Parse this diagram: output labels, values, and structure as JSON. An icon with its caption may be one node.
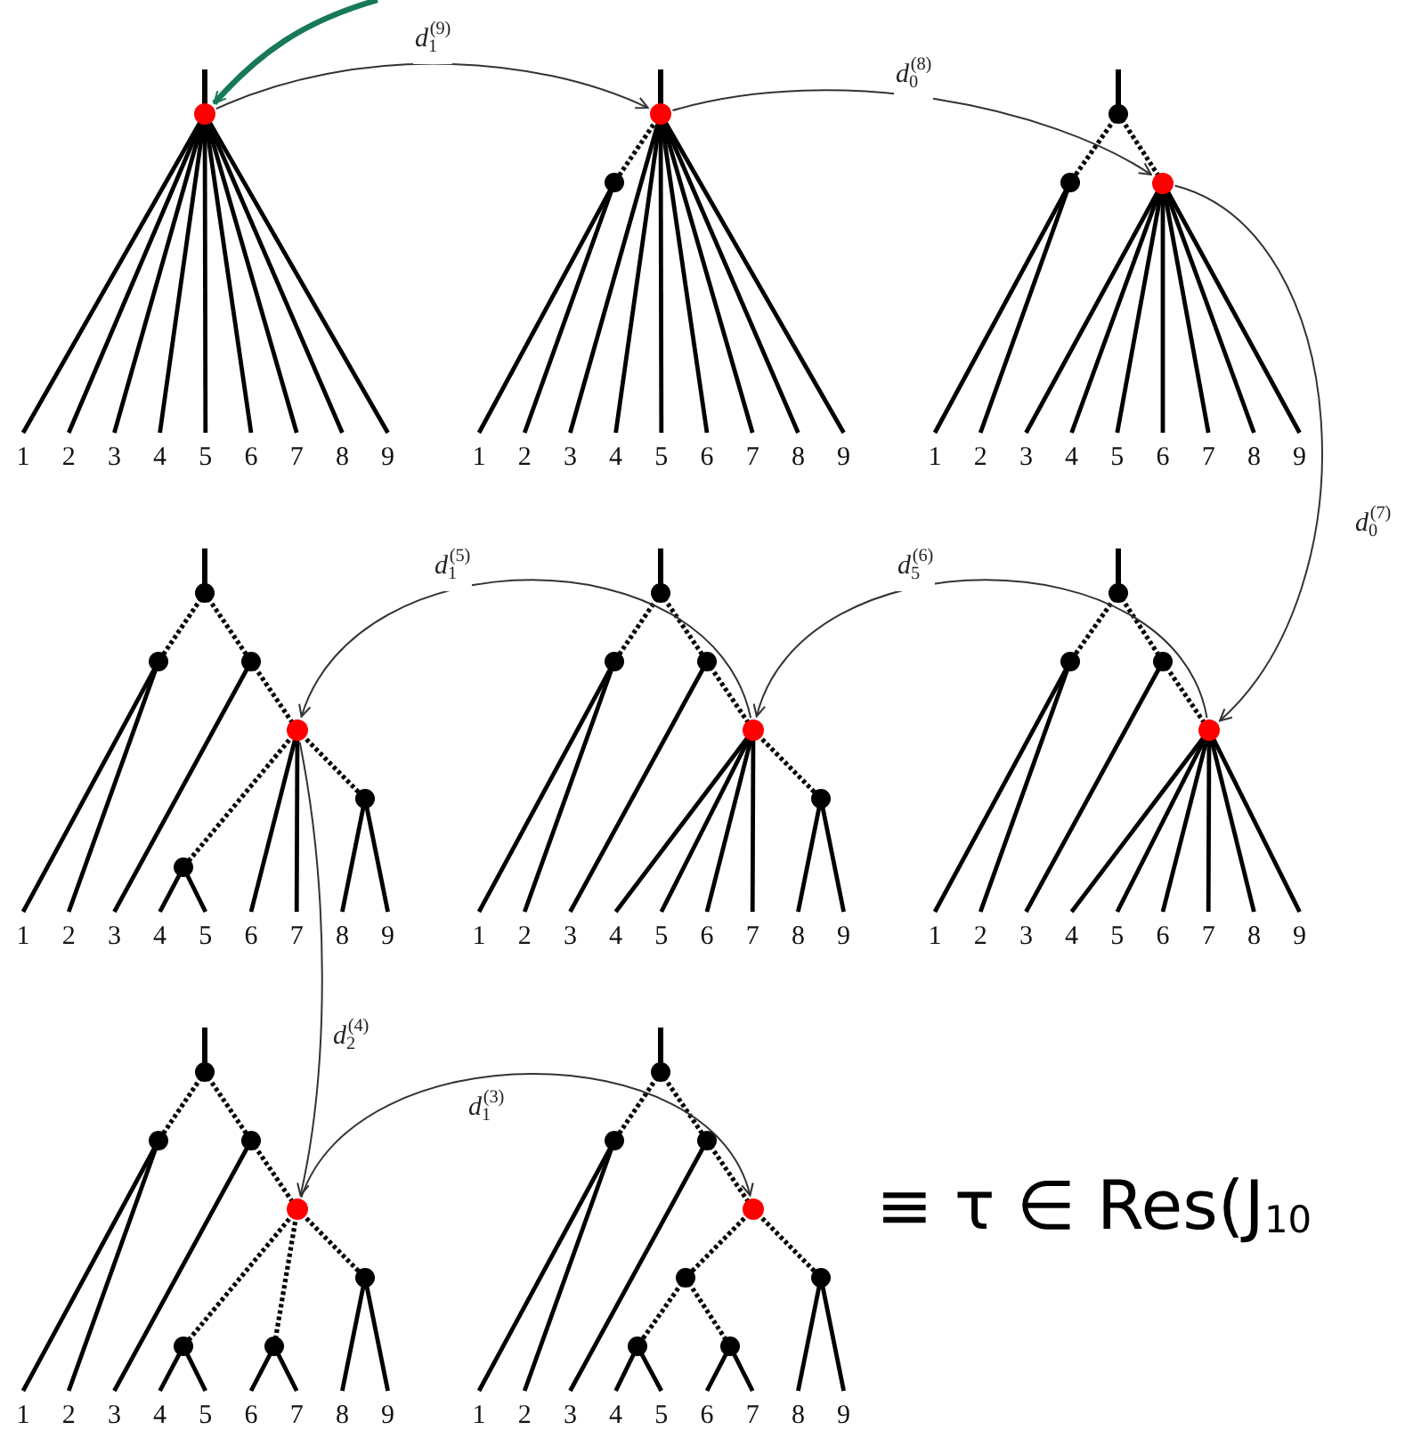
{
  "diagram": {
    "nodes": [
      {
        "text": [],
        "shape": "circle"
      },
      {
        "text": [],
        "shape": "circle"
      },
      {
        "text": [],
        "shape": "circle"
      },
      {
        "text": [],
        "shape": "circle"
      },
      {
        "text": [],
        "shape": "circle"
      },
      {
        "text": [],
        "shape": "circle"
      },
      {
        "text": [],
        "shape": "circle"
      },
      {
        "text": [],
        "shape": "circle"
      }
    ],
    "edges": [
      {
        "from": null,
        "to": 0,
        "arrow": "to",
        "color": "#17785a",
        "style": "thick"
      },
      {
        "from": 0,
        "to": 1,
        "arrow": "to",
        "label": "*d*$_{1}$$^{(9)}$"
      },
      {
        "from": 1,
        "to": 2,
        "arrow": "to",
        "label": "*d*$_{0}$$^{(8)}$"
      },
      {
        "from": 2,
        "to": 5,
        "arrow": "to",
        "label": "*d*$_{0}$$^{(7)}$"
      },
      {
        "from": 5,
        "to": 4,
        "arrow": "to",
        "label": "*d*$_{5}$$^{(6)}$"
      },
      {
        "from": 4,
        "to": 3,
        "arrow": "to",
        "label": "*d*$_{1}$$^{(5)}$"
      },
      {
        "from": 3,
        "to": 6,
        "arrow": "to",
        "label": "*d*$_{2}$$^{(4)}$"
      },
      {
        "from": 6,
        "to": 7,
        "arrow": "to",
        "label": "*d*$_{1}$$^{(3)}$"
      }
    ],
    "labels": [
      "1",
      "2",
      "3",
      "4",
      "5",
      "6",
      "7",
      "8",
      "9",
      "1",
      "2",
      "3",
      "4",
      "5",
      "6",
      "7",
      "8",
      "9",
      "1",
      "2",
      "3",
      "4",
      "5",
      "6",
      "7",
      "8",
      "9",
      "1",
      "2",
      "3",
      "4",
      "5",
      "6",
      "7",
      "8",
      "9",
      "1",
      "2",
      "3",
      "4",
      "5",
      "6",
      "7",
      "8",
      "9",
      "1",
      "2",
      "3",
      "4",
      "5",
      "6",
      "7",
      "8",
      "9",
      "1",
      "2",
      "3",
      "4",
      "5",
      "6",
      "7",
      "8",
      "9",
      "1",
      "2",
      "3",
      "4",
      "5",
      "6",
      "7",
      "8",
      "9",
      "≡ τ ∈ Res(J$_{10}$"
    ]
  }
}
